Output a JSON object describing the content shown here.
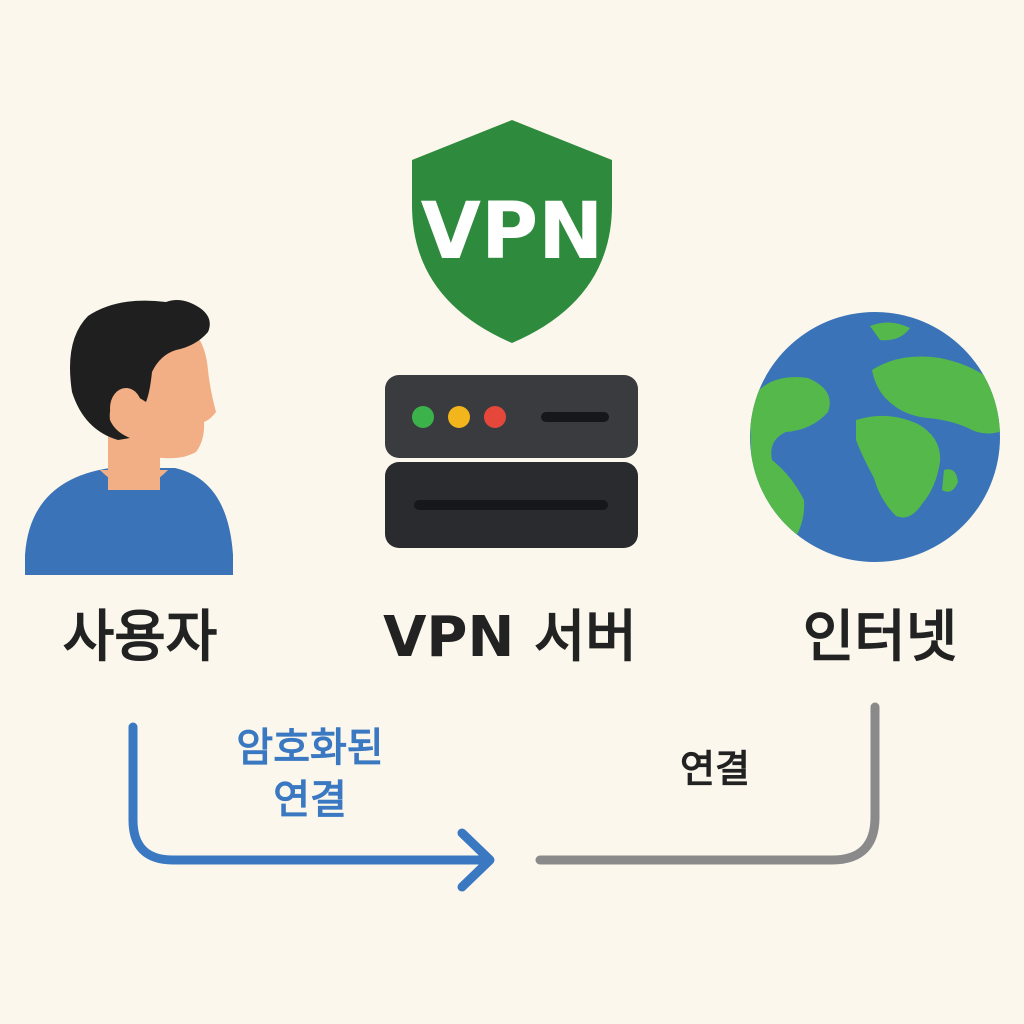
{
  "diagram": {
    "nodes": {
      "user": {
        "label": "사용자"
      },
      "vpn_server": {
        "label": "VPN 서버"
      },
      "internet": {
        "label": "인터넷"
      }
    },
    "shield": {
      "text": "VPN"
    },
    "connections": {
      "encrypted": {
        "label_line1": "암호화된",
        "label_line2": "연결"
      },
      "plain": {
        "label": "연결"
      }
    }
  },
  "colors": {
    "background": "#fbf7ec",
    "shield_green": "#2e8b3e",
    "server_dark": "#2f3033",
    "led_green": "#3cb34a",
    "led_yellow": "#f2b61c",
    "led_red": "#e5483a",
    "globe_ocean": "#3a73b8",
    "globe_land": "#55b84a",
    "user_shirt": "#3a73b8",
    "user_skin": "#f2ae84",
    "user_hair": "#1f1f1f",
    "encrypted_line": "#3a78c2",
    "plain_line": "#8a8a8a"
  }
}
